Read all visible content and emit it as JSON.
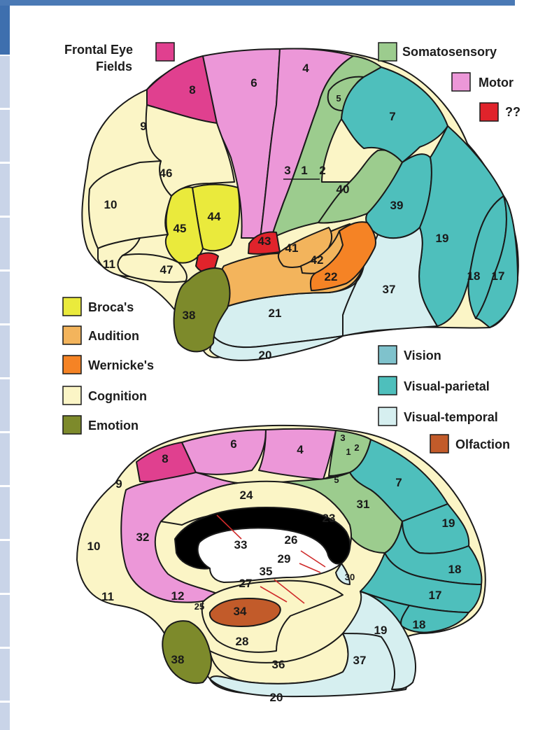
{
  "colors": {
    "somatosensory": "#9ccc8e",
    "motor": "#ec97d8",
    "unknown": "#e0232b",
    "frontal_eye_fields": "#e0408f",
    "broca": "#eaea3c",
    "audition": "#f3b45c",
    "wernicke": "#f58325",
    "cognition": "#fbf5c6",
    "emotion": "#7d8a2b",
    "vision": "#7fc2cc",
    "visual_parietal": "#4ebfbc",
    "visual_temporal": "#d6eff0",
    "olfaction": "#c25b2a",
    "corpus_callosum": "#000000"
  },
  "legend_top": {
    "frontal_eye_fields": "Frontal Eye\nFields",
    "somatosensory": "Somatosensory",
    "motor": "Motor",
    "unknown": "??"
  },
  "legend_mid_left": {
    "broca": "Broca's",
    "audition": "Audition",
    "wernicke": "Wernicke's",
    "cognition": "Cognition",
    "emotion": "Emotion"
  },
  "legend_mid_right": {
    "vision": "Vision",
    "visual_parietal": "Visual-parietal",
    "visual_temporal": "Visual-temporal",
    "olfaction": "Olfaction"
  },
  "lateral_labels": {
    "a4": "4",
    "a6": "6",
    "a8": "8",
    "a5": "5",
    "a7": "7",
    "a9": "9",
    "a10": "10",
    "a46": "46",
    "a44": "44",
    "a45": "45",
    "a11": "11",
    "a47": "47",
    "a3": "3",
    "a1": "1",
    "a2": "2",
    "a40": "40",
    "a39": "39",
    "a19": "19",
    "a18": "18",
    "a17": "17",
    "a43": "43",
    "a41": "41",
    "a42": "42",
    "a22": "22",
    "a37": "37",
    "a21": "21",
    "a38": "38",
    "a20": "20"
  },
  "medial_labels": {
    "m6": "6",
    "m4": "4",
    "m8": "8",
    "m3": "3",
    "m1": "1",
    "m2": "2",
    "m5": "5",
    "m7": "7",
    "m9": "9",
    "m24": "24",
    "m31": "31",
    "m23": "23",
    "m19a": "19",
    "m10": "10",
    "m32": "32",
    "m33": "33",
    "m26": "26",
    "m29": "29",
    "m18a": "18",
    "m30": "30",
    "m35": "35",
    "m27": "27",
    "m17": "17",
    "m11": "11",
    "m12": "12",
    "m25": "25",
    "m34": "34",
    "m19b": "19",
    "m18b": "18",
    "m28": "28",
    "m38": "38",
    "m37": "37",
    "m36": "36",
    "m20": "20"
  }
}
